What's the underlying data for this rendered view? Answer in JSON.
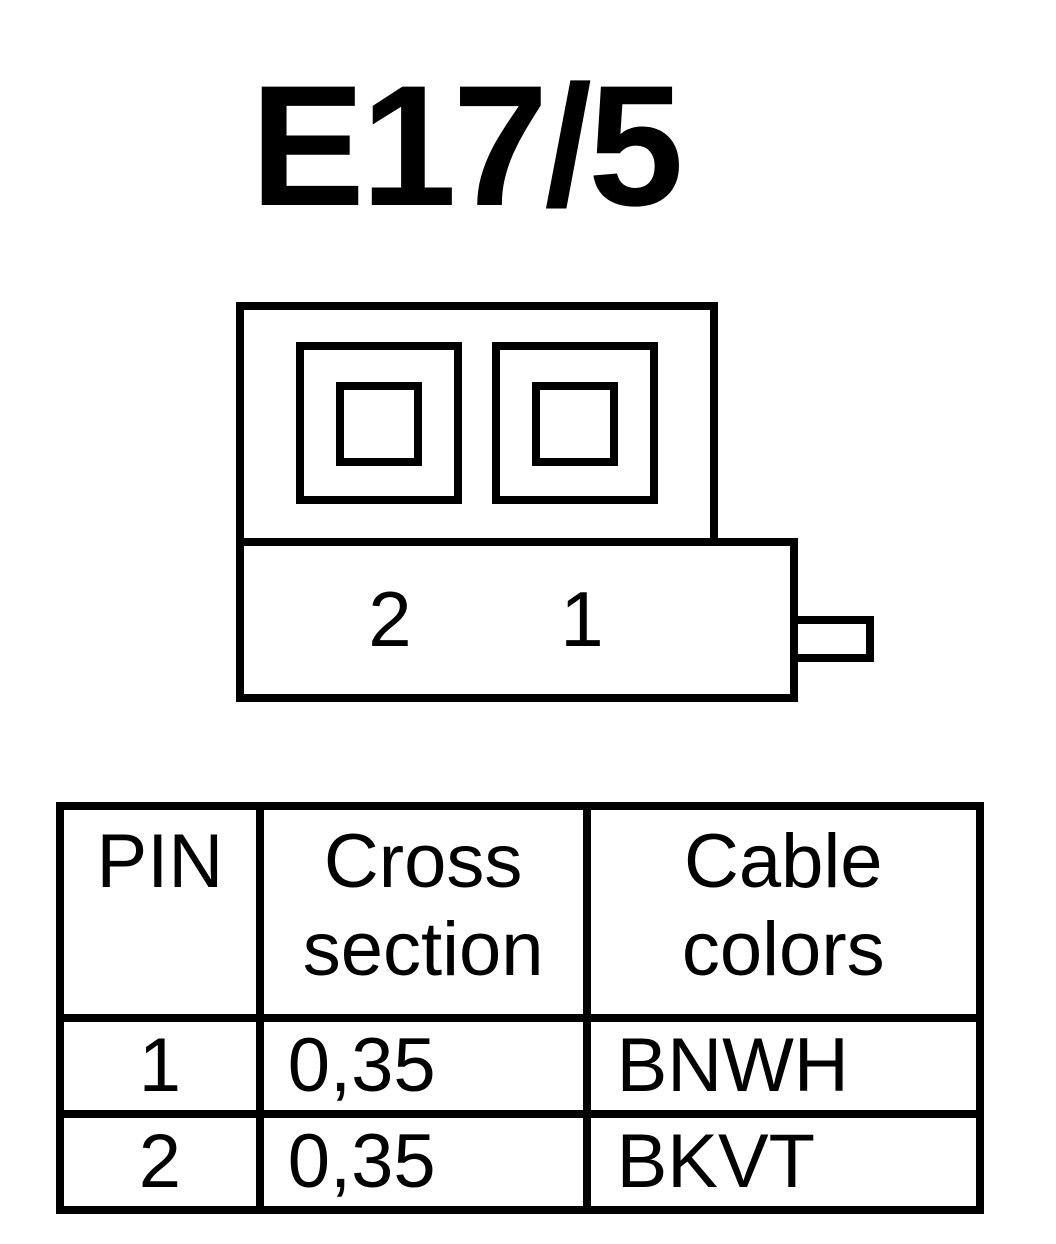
{
  "title": "E17/5",
  "connector": {
    "pin_labels": [
      "2",
      "1"
    ]
  },
  "table": {
    "headers": {
      "pin": "PIN",
      "cross_section": [
        "Cross",
        "section"
      ],
      "cable_colors": [
        "Cable",
        "colors"
      ]
    },
    "rows": [
      {
        "pin": "1",
        "cross_section": "0,35",
        "cable_color": "BNWH"
      },
      {
        "pin": "2",
        "cross_section": "0,35",
        "cable_color": "BKVT"
      }
    ]
  }
}
